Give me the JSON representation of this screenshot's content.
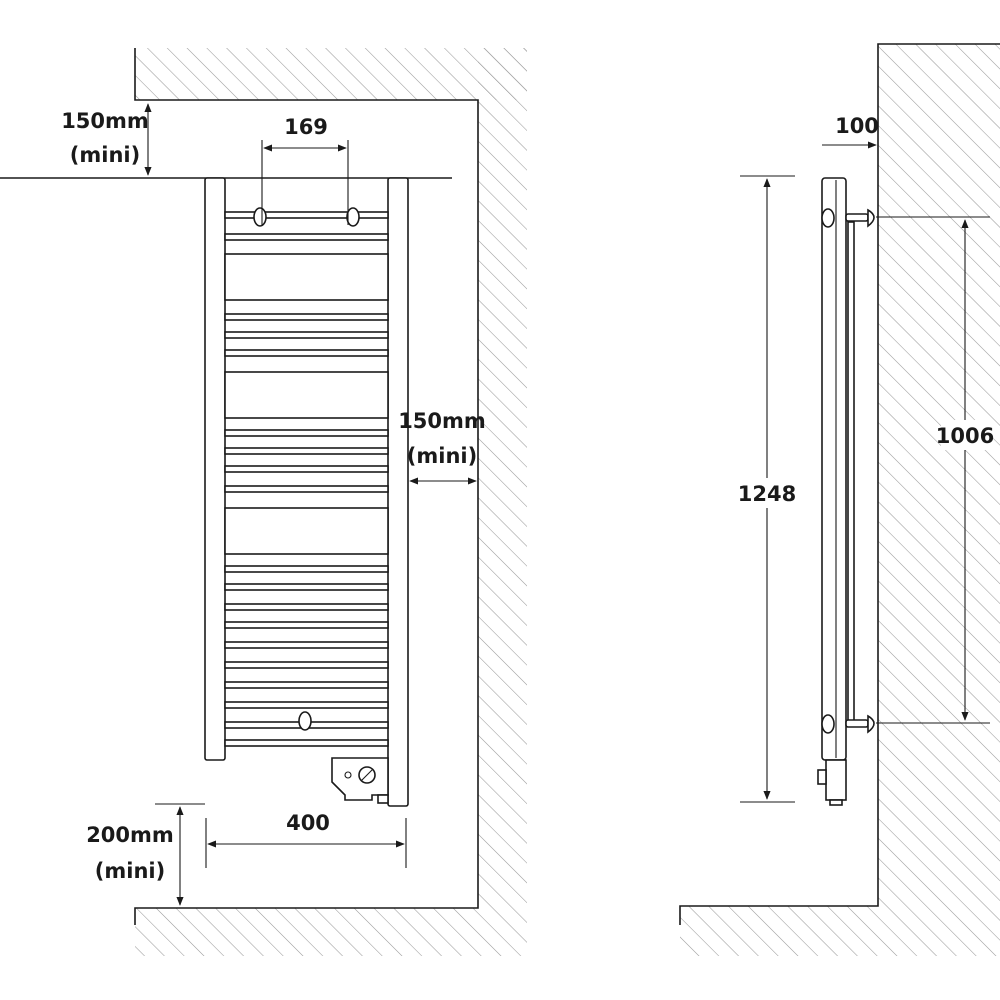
{
  "front_view": {
    "top_clearance": {
      "value": "150mm",
      "note": "(mini)"
    },
    "fixing_spacing": "169",
    "side_clearance": {
      "value": "150mm",
      "note": "(mini)"
    },
    "width": "400",
    "bottom_clearance": {
      "value": "200mm",
      "note": "(mini)"
    }
  },
  "side_view": {
    "wall_distance": "100",
    "total_height": "1248",
    "bracket_spacing": "1006"
  }
}
